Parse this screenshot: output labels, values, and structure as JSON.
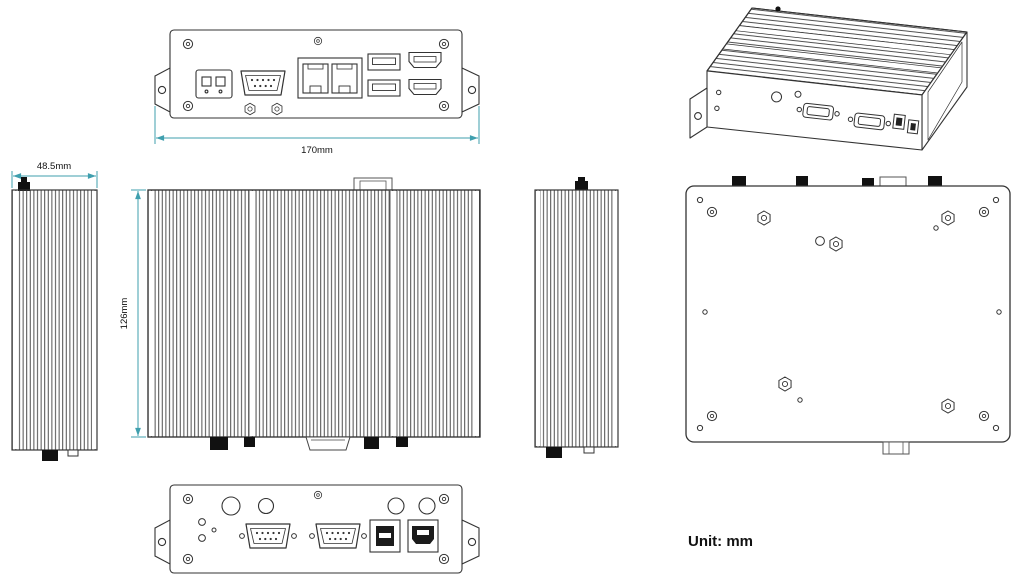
{
  "drawing": {
    "unit_label": "Unit: mm",
    "dimensions": {
      "width_label": "170mm",
      "depth_label": "48.5mm",
      "height_label": "126mm"
    }
  },
  "style": {
    "dimension_color": "#3f9fae",
    "line_color": "#333333",
    "connector_fill": "#111111",
    "background": "#ffffff"
  }
}
